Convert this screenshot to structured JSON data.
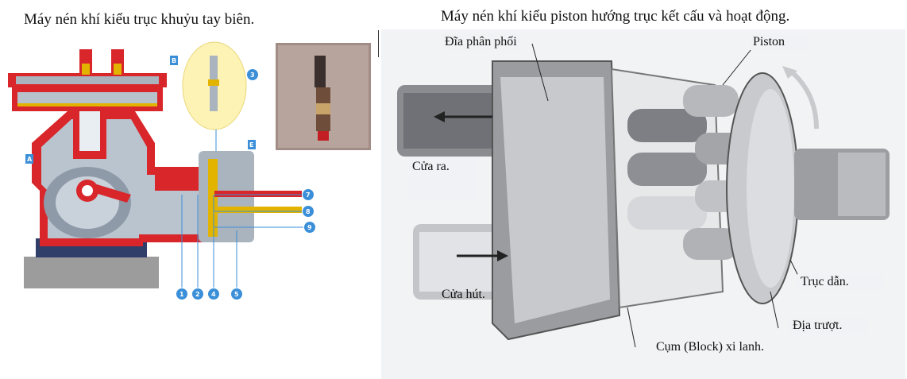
{
  "left": {
    "title": "Máy nén khí kiểu trục khuỷu tay biên.",
    "callouts": [
      "A",
      "B",
      "3",
      "E",
      "7",
      "8",
      "9",
      "1",
      "2",
      "4",
      "5"
    ]
  },
  "right": {
    "title": "Máy nén khí kiểu piston hướng trục kết cấu và hoạt động.",
    "labels": {
      "distributor": "Đĩa phân phối",
      "piston": "Piston",
      "outlet": "Cửa ra.",
      "inlet": "Cửa hút.",
      "shaft": "Trục dẫn.",
      "swashplate": "Địa trượt.",
      "cylinder_block": "Cụm (Block) xi lanh."
    }
  }
}
